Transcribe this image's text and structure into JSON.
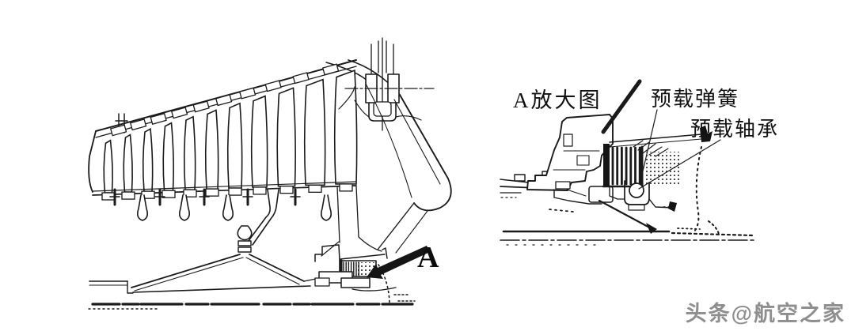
{
  "main_view": {
    "callout_label": "A"
  },
  "detail_view": {
    "title": "A放大图",
    "labels": {
      "preload_spring": "预载弹簧",
      "preload_bearing": "预载轴承"
    }
  },
  "watermark": {
    "text": "头条@航空之家"
  },
  "colors": {
    "background": "#ffffff",
    "line": "#1a1a1a",
    "watermark": "#8e8e8e"
  }
}
